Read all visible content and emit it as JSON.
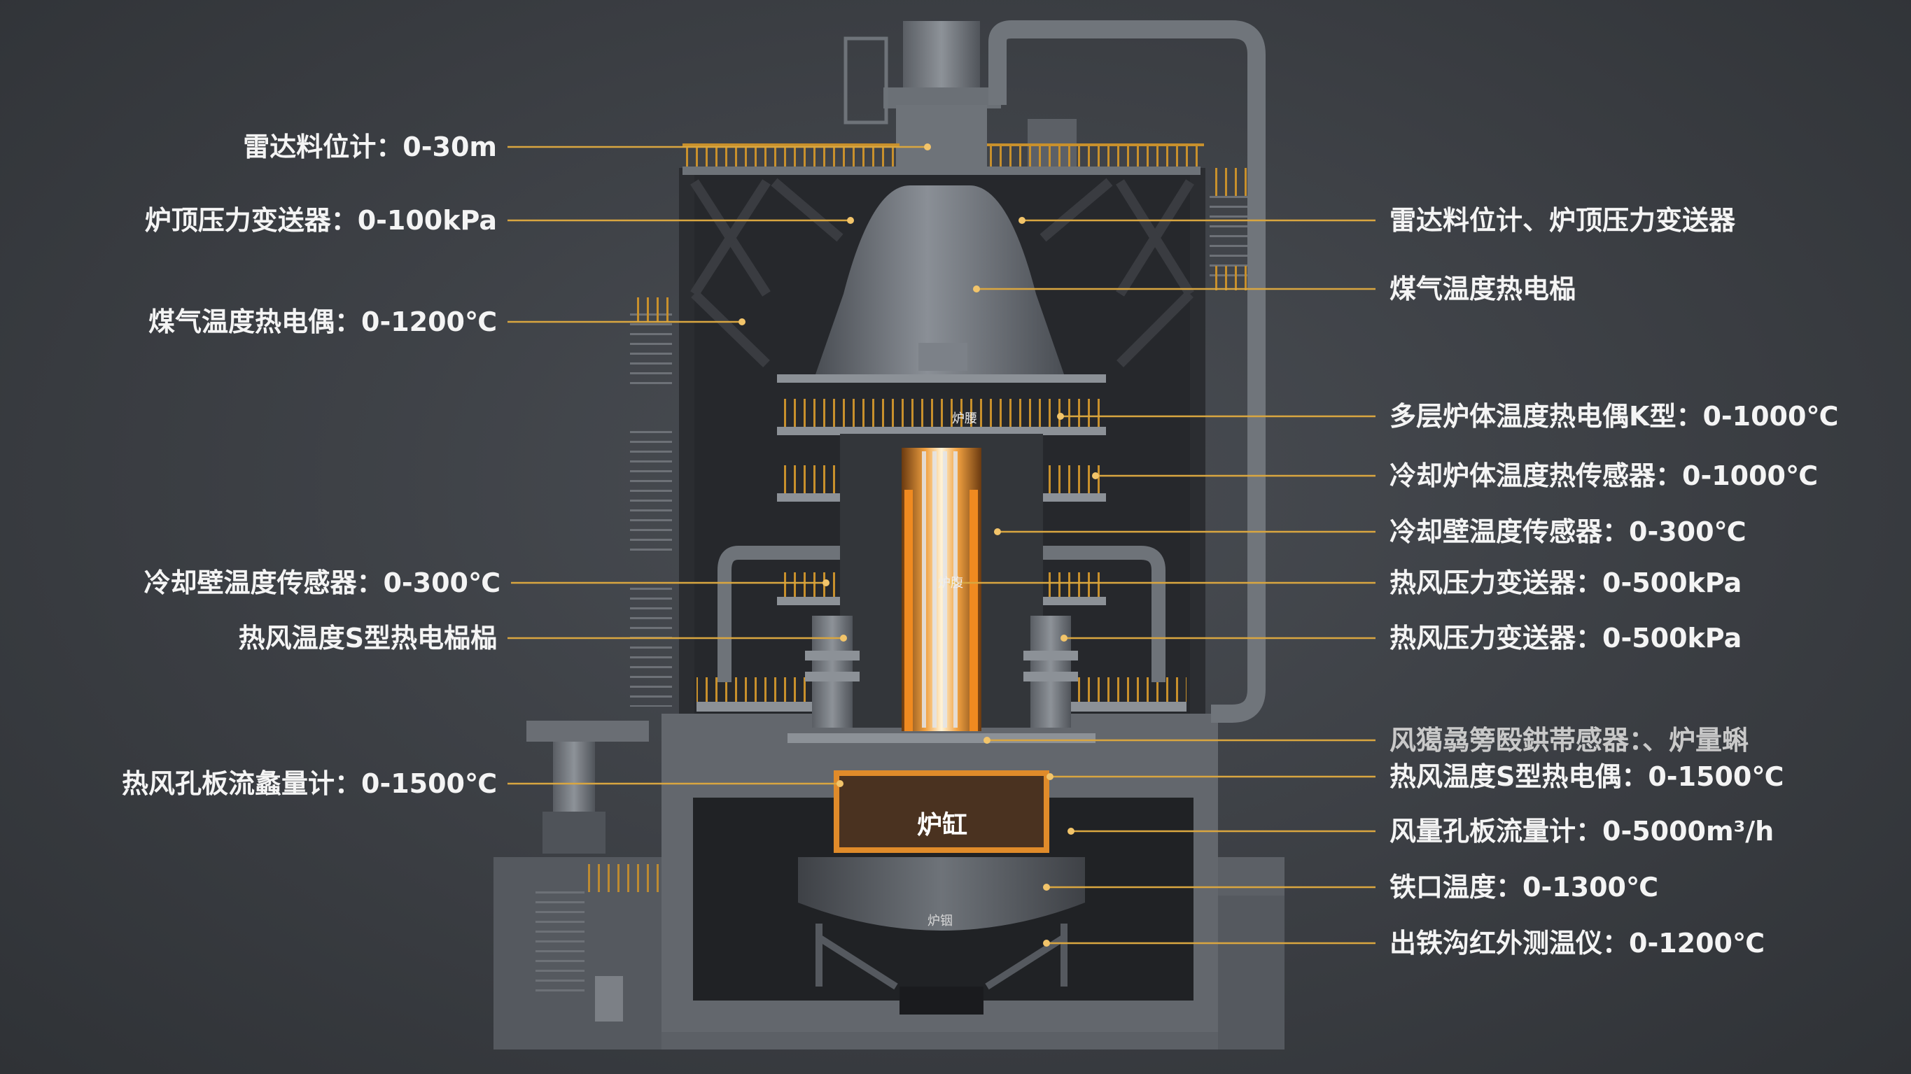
{
  "diagram": {
    "left_labels": [
      "雷达料位计：0-30m",
      "炉顶压力变送器：0-100kPa",
      "煤气温度热电偶：0-1200℃",
      "冷却壁温度传感器：0-300℃",
      "热风温度S型热电榀榀",
      "热风孔板流蠡量计：0-1500℃"
    ],
    "right_labels": [
      "雷达料位计、炉顶压力变送器",
      "煤气温度热电榀",
      "多层炉体温度热电偶K型：0-1000℃",
      "冷却炉体温度热传感器：0-1000℃",
      "冷却壁温度传感器：0-300℃",
      "热风压力变送器：0-500kPa",
      "热风压力变送器：0-500kPa",
      "风獦骉篣殹鉷帯感器：、炉量蝌",
      "热风温度S型热电偶：0-1500℃",
      "风量孔板流量计：0-5000m³/h",
      "铁口温度：0-1300℃",
      "出铁沟红外测温仪：0-1200℃"
    ],
    "furnace_hearth_label": "炉缸",
    "furnace_bottom_label": "炉铟",
    "platform_tag_upper": "炉腰",
    "platform_tag_lower": "炉腹"
  },
  "colors": {
    "background": "#3a3d42",
    "steel": "#5a5e64",
    "steel_dark": "#2a2c30",
    "railing": "#c8902c",
    "leader_line": "#d9a640",
    "hot_glow": "#f08a20",
    "hearth_border": "#e08b2a"
  }
}
